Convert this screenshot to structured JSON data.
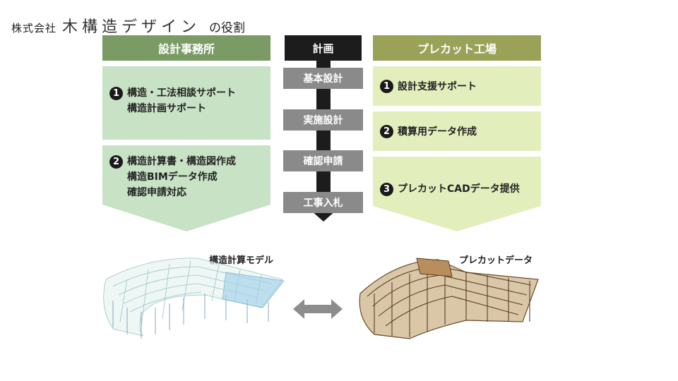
{
  "title": {
    "company_small": "株式会社",
    "company_name": "木構造デザイン",
    "role": "の役割"
  },
  "columns": {
    "left": {
      "header": "設計事務所",
      "items": [
        {
          "num": "1",
          "lines": [
            "構造・工法相談サポート",
            "構造計画サポート"
          ]
        },
        {
          "num": "2",
          "lines": [
            "構造計算書・構造図作成",
            "構造BIMデータ作成",
            "確認申請対応"
          ]
        }
      ]
    },
    "middle": {
      "header": "計画",
      "steps": [
        "基本設計",
        "実施設計",
        "確認申請",
        "工事入札"
      ]
    },
    "right": {
      "header": "プレカット工場",
      "items": [
        {
          "num": "1",
          "text": "設計支援サポート"
        },
        {
          "num": "2",
          "text": "積算用データ作成"
        },
        {
          "num": "3",
          "text": "プレカットCADデータ提供"
        }
      ]
    }
  },
  "images": {
    "left_caption": "構造計算モデル",
    "right_caption": "プレカットデータ"
  },
  "colors": {
    "left_header": "#7a9c64",
    "left_box": "#c8e2c5",
    "right_header": "#9aa257",
    "right_box": "#e3eebd",
    "middle_header": "#1c1c1c",
    "step": "#8a8a8a"
  }
}
